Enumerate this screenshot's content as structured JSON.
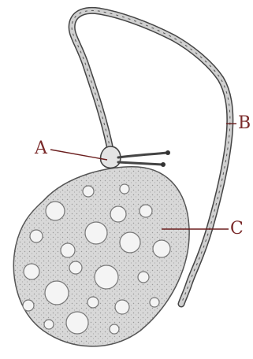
{
  "diagram": {
    "labels": {
      "a": "A",
      "b": "B",
      "c": "C"
    },
    "colors": {
      "label": "#7a2a2a",
      "leader_line": "#6b1f1f",
      "cell_fill": "#d9d9d9",
      "outline": "#444444",
      "thread_fill": "#cfcfcf"
    }
  }
}
